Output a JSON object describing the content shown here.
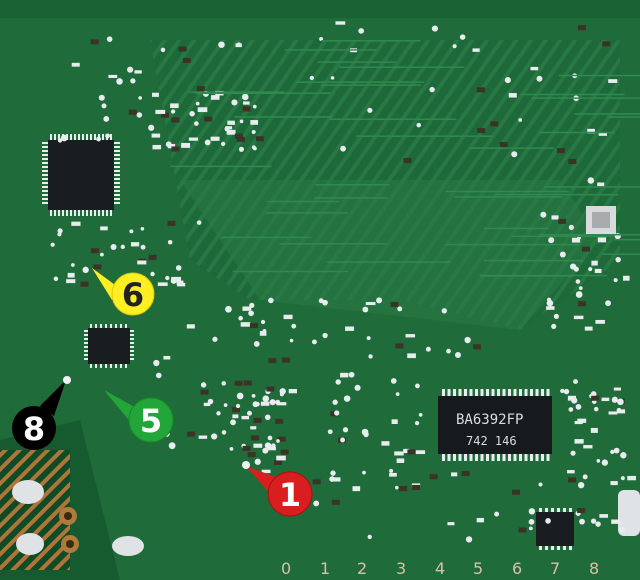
{
  "board": {
    "ic_main": {
      "part": "BA6392FP",
      "code": "742 146"
    }
  },
  "markers": [
    {
      "id": "1",
      "label": "1",
      "color": "#d81e1e",
      "text_color": "#ffffff"
    },
    {
      "id": "5",
      "label": "5",
      "color": "#22a63a",
      "text_color": "#ffffff"
    },
    {
      "id": "6",
      "label": "6",
      "color": "#ffee22",
      "text_color": "#222222"
    },
    {
      "id": "8",
      "label": "8",
      "color": "#000000",
      "text_color": "#ffffff"
    }
  ],
  "scale": {
    "labels": [
      "0",
      "1",
      "2",
      "3",
      "4",
      "5",
      "6",
      "7",
      "8"
    ]
  },
  "colors": {
    "board": "#1f6b3a",
    "trace": "#2f7f48",
    "pad": "#e8ecee",
    "chip": "#1a1d1f",
    "copper": "#b07a3a"
  }
}
